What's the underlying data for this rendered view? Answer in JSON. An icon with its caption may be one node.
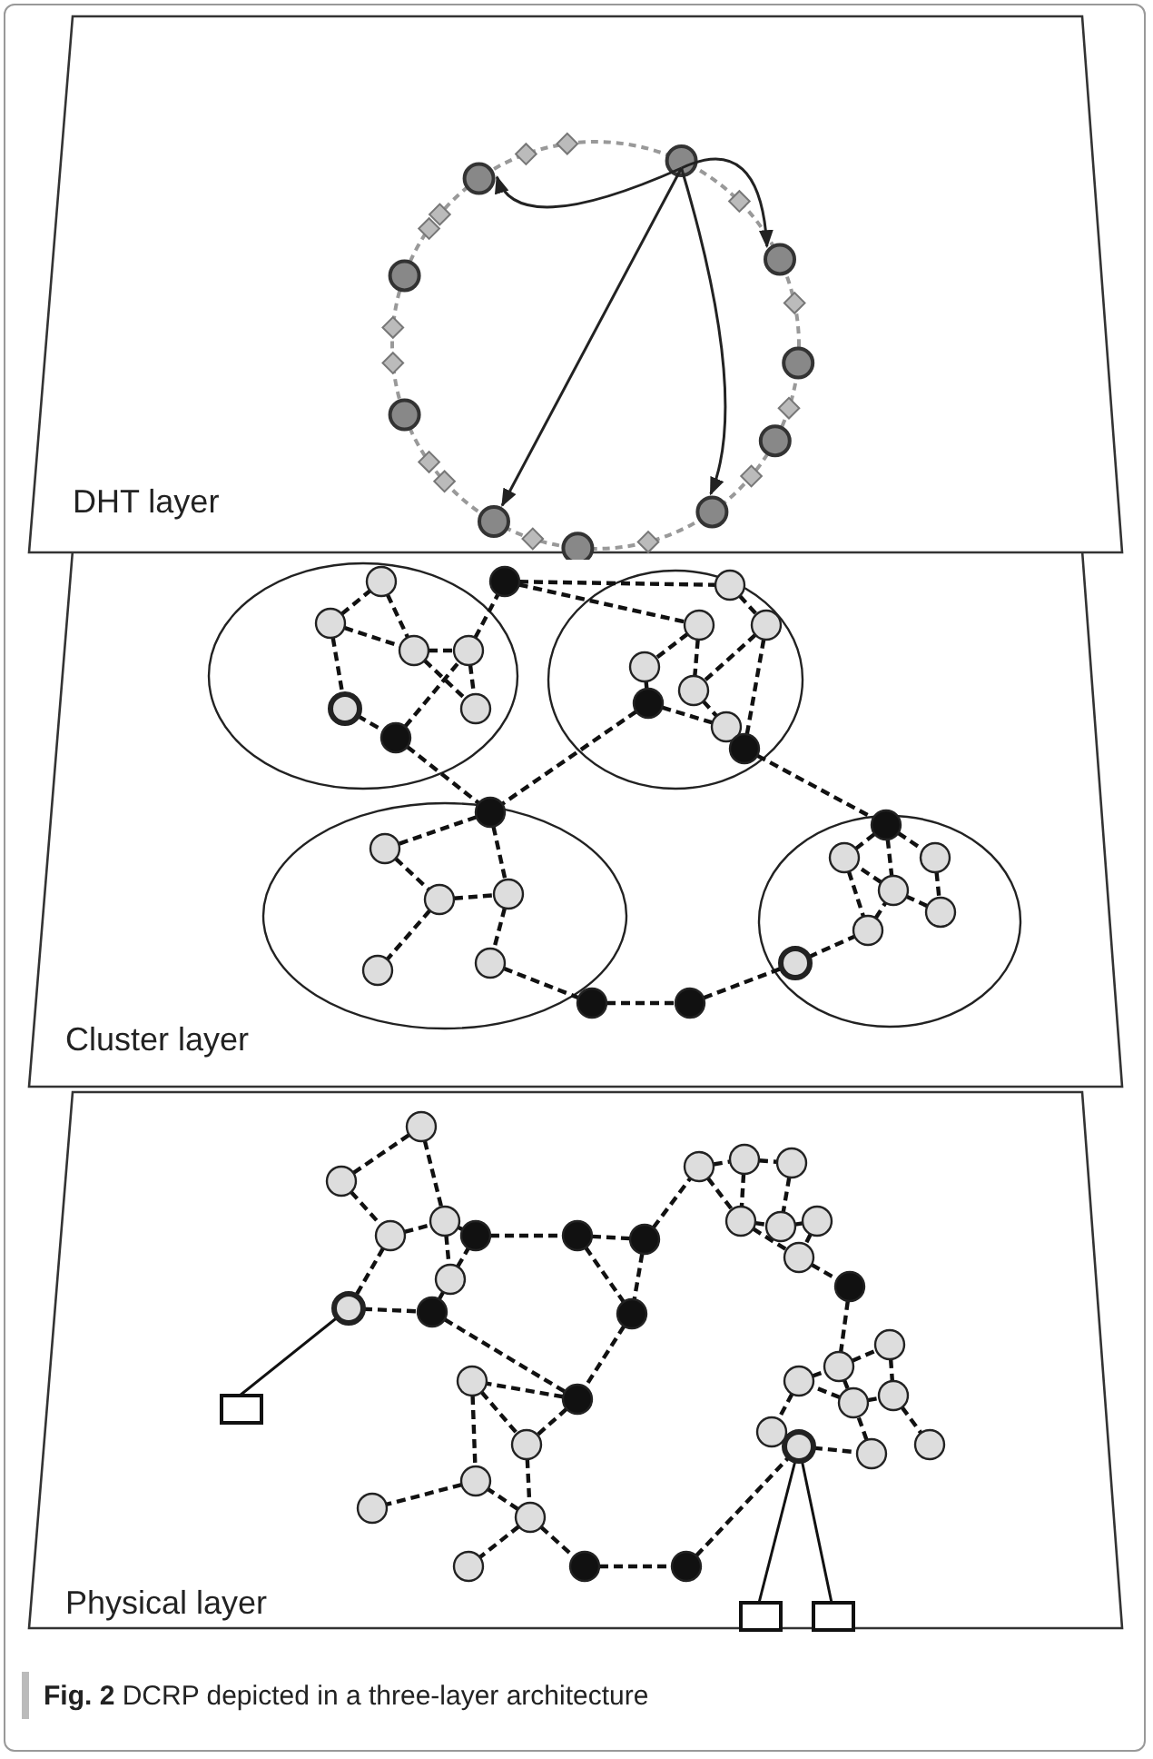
{
  "diagram": {
    "caption": "**Fig. 2** DCRP depicted in a three-layer architecture",
    "nodes": [
      {
        "text": [
          "DHT layer"
        ]
      },
      {
        "text": [
          "Cluster layer"
        ]
      },
      {
        "text": [
          "Physical layer"
        ]
      }
    ]
  }
}
